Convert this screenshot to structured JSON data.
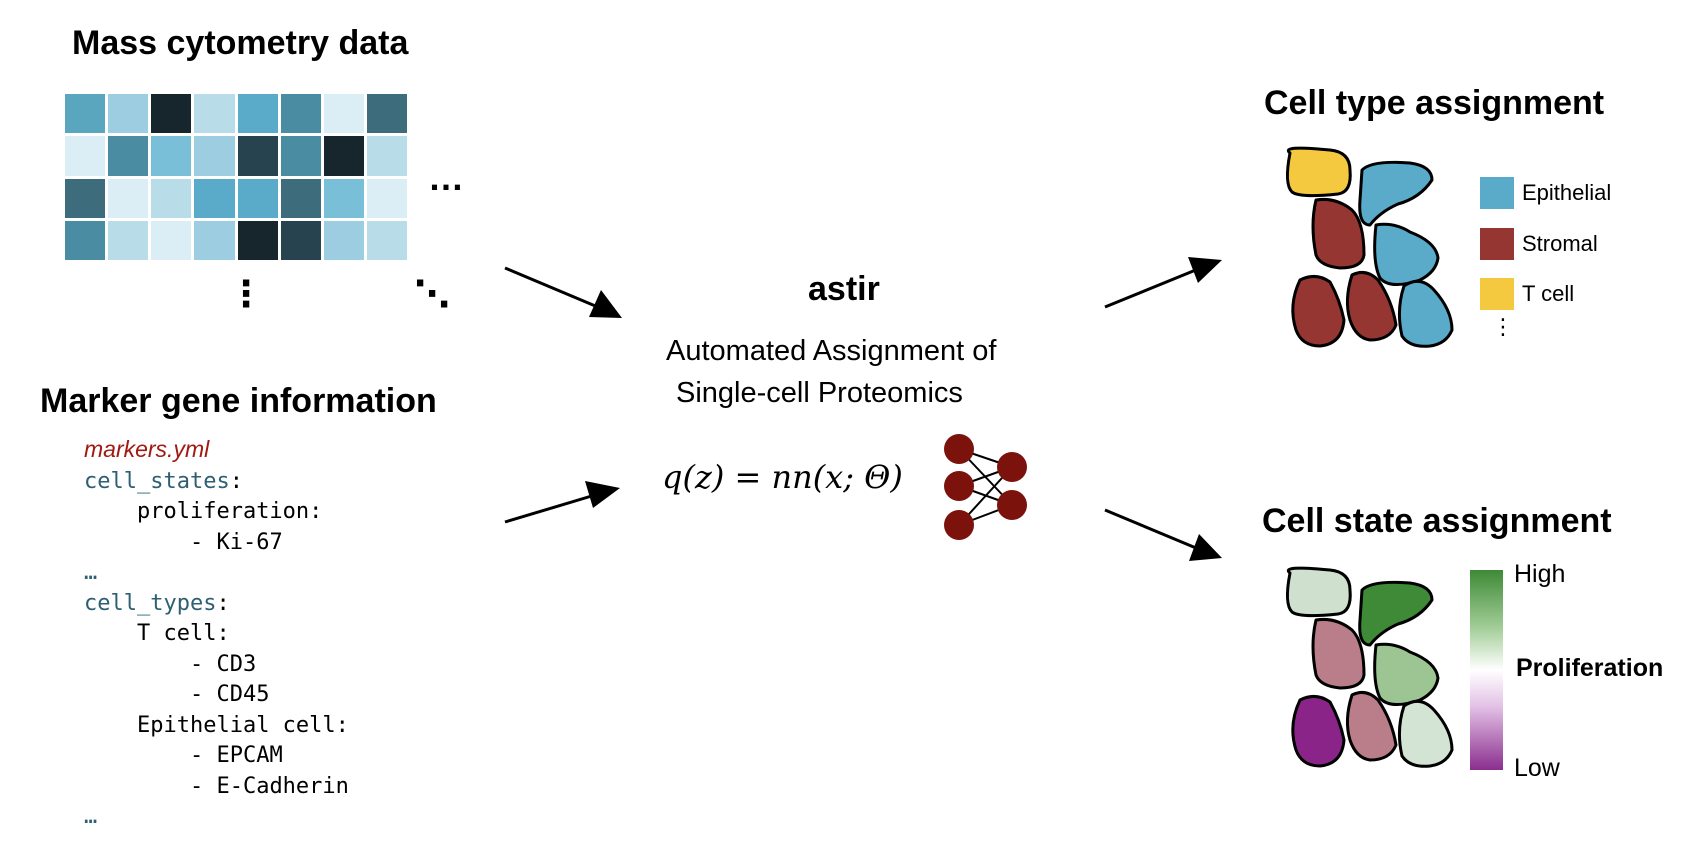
{
  "left": {
    "data_title": "Mass cytometry data",
    "heatmap_colors": [
      [
        "#5ba6bf",
        "#9ccde0",
        "#17252c",
        "#b8dde9",
        "#5aabc9",
        "#4a8da3",
        "#dceef5",
        "#3d6c7d"
      ],
      [
        "#dceef5",
        "#4a8da3",
        "#79bfd8",
        "#9ccde0",
        "#26434f",
        "#4a8da3",
        "#17252c",
        "#b8dde9"
      ],
      [
        "#3d6c7d",
        "#dceef5",
        "#b8dde9",
        "#5aabc9",
        "#5aabc9",
        "#3d6c7d",
        "#79bfd8",
        "#dceef5"
      ],
      [
        "#4a8da3",
        "#b8dde9",
        "#dceef5",
        "#9ccde0",
        "#17252c",
        "#26434f",
        "#9ccde0",
        "#b8dde9"
      ]
    ],
    "ellipsis_h": "…",
    "ellipsis_v": "⋮",
    "ellipsis_d": "⋱",
    "marker_title": "Marker gene information",
    "code": {
      "filename": "markers.yml",
      "cell_states_key": "cell_states",
      "colon": ":",
      "proliferation": "proliferation:",
      "ki67": "- Ki-67",
      "dots1": "…",
      "cell_types_key": "cell_types",
      "tcell": "T cell:",
      "cd3": "- CD3",
      "cd45": "- CD45",
      "epithelial": "Epithelial cell:",
      "epcam": "- EPCAM",
      "ecad": "- E-Cadherin",
      "dots2": "…"
    }
  },
  "middle": {
    "title": "astir",
    "subtitle_line1": "Automated Assignment of",
    "subtitle_line2": "Single-cell Proteomics",
    "formula": "q(z) = nn(x; Θ)",
    "node_color": "#7b120c"
  },
  "right": {
    "type_title": "Cell type assignment",
    "legend": [
      {
        "label": "Epithelial",
        "color": "#5aabc9"
      },
      {
        "label": "Stromal",
        "color": "#963632"
      },
      {
        "label": "T cell",
        "color": "#f5c93f"
      }
    ],
    "legend_more": "⋮",
    "state_title": "Cell state assignment",
    "gradient_high": "High",
    "gradient_mid": "Proliferation",
    "gradient_low": "Low",
    "type_cell_colors": [
      "#f5c93f",
      "#5aabc9",
      "#963632",
      "#5aabc9",
      "#963632",
      "#963632",
      "#5aabc9"
    ],
    "state_cell_colors": [
      "#cfe0cf",
      "#3e8a36",
      "#ba7e8b",
      "#9cc593",
      "#8b2489",
      "#ba7e8b",
      "#d3e3d4"
    ]
  }
}
